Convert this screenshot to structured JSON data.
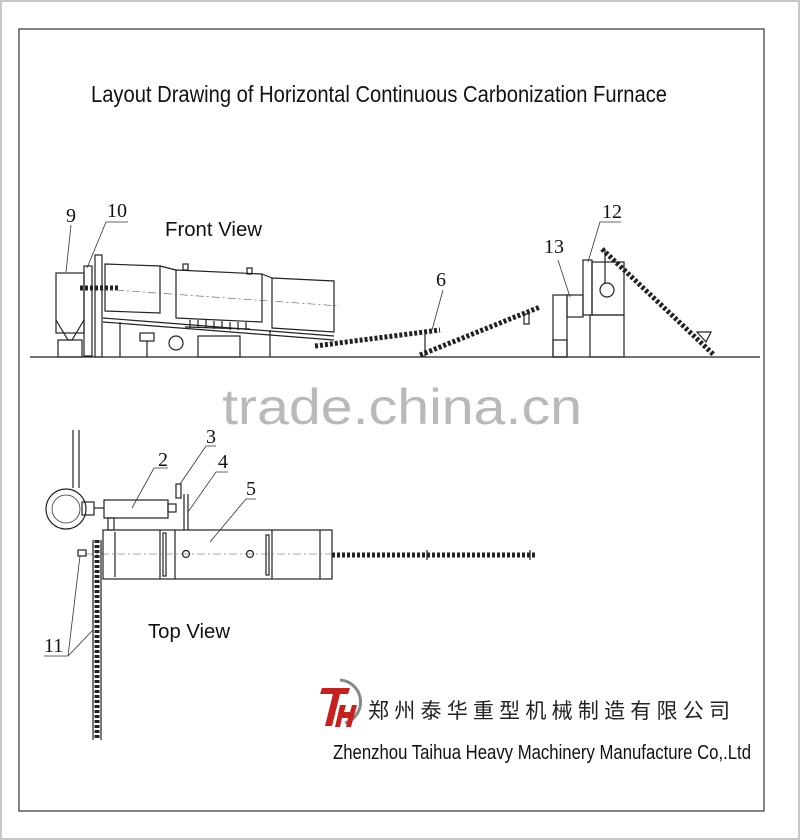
{
  "title": "Layout Drawing of Horizontal Continuous Carbonization Furnace",
  "front_view": {
    "label": "Front View",
    "part_labels": [
      "9",
      "10",
      "6",
      "13",
      "12"
    ]
  },
  "top_view": {
    "label": "Top View",
    "part_labels": [
      "2",
      "3",
      "4",
      "5",
      "11"
    ]
  },
  "watermark": "trade.china.cn",
  "company": {
    "name_cn": "郑 州 泰 华 重 型 机 械 制 造 有 限 公 司",
    "name_en": "Zhenzhou Taihua Heavy Machinery Manufacture Co,.Ltd",
    "logo_text": "TH",
    "logo_color": "#c8201e"
  }
}
